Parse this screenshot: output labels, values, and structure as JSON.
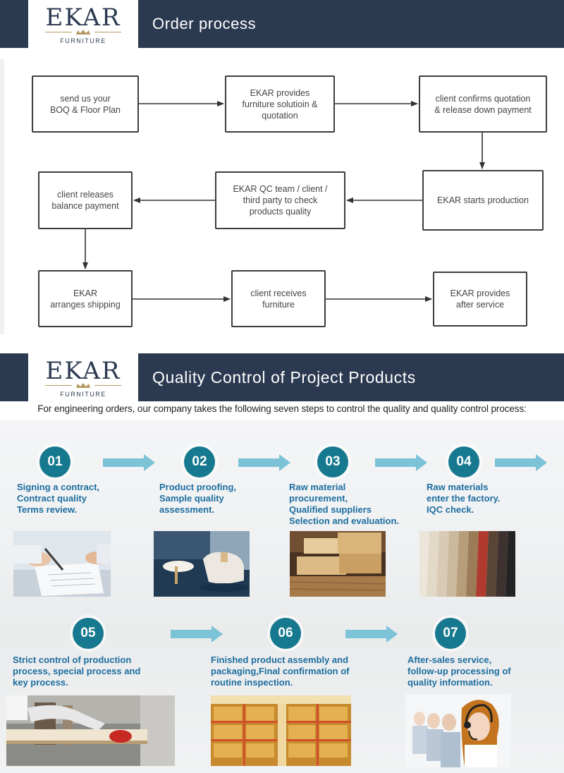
{
  "header1": {
    "brand": "EKAR",
    "brand_sub": "FURNITURE",
    "title": "Order process"
  },
  "flow": {
    "nodes": [
      {
        "id": "n1",
        "label": "send us your\nBOQ & Floor Plan"
      },
      {
        "id": "n2",
        "label": "EKAR provides\nfurniture solutioin &\nquotation"
      },
      {
        "id": "n3",
        "label": "client confirms quotation\n& release down payment"
      },
      {
        "id": "n4",
        "label": "EKAR starts production"
      },
      {
        "id": "n5",
        "label": "EKAR QC team / client /\nthird party to check\nproducts quality"
      },
      {
        "id": "n6",
        "label": "client releases\nbalance payment"
      },
      {
        "id": "n7",
        "label": "EKAR\narranges shipping"
      },
      {
        "id": "n8",
        "label": "client receives\nfurniture"
      },
      {
        "id": "n9",
        "label": "EKAR provides\nafter service"
      }
    ]
  },
  "header2": {
    "brand": "EKAR",
    "brand_sub": "FURNITURE",
    "title": "Quality Control of Project Products"
  },
  "qc": {
    "intro": "For engineering orders, our company takes the following seven steps to control the quality and quality control process:",
    "accent": "#17798f",
    "text_color": "#1d6ea0",
    "steps": [
      {
        "num": "01",
        "text": "Signing a contract,\nContract quality\nTerms review.",
        "image": "contract-signing-photo"
      },
      {
        "num": "02",
        "text": "Product proofing,\nSample quality\nassessment.",
        "image": "furniture-sample-photo"
      },
      {
        "num": "03",
        "text": "Raw material\nprocurement,\nQualified suppliers\nSelection and evaluation.",
        "image": "timber-photo"
      },
      {
        "num": "04",
        "text": "Raw materials\nenter the factory.\nIQC check.",
        "image": "material-swatches-photo"
      },
      {
        "num": "05",
        "text": "Strict control of production\nprocess, special process and\nkey process.",
        "image": "production-photo"
      },
      {
        "num": "06",
        "text": "Finished product assembly and\npackaging,Final confirmation of\nroutine inspection.",
        "image": "warehouse-photo"
      },
      {
        "num": "07",
        "text": "After-sales service,\nfollow-up processing of\nquality information.",
        "image": "customer-service-photo"
      }
    ]
  }
}
